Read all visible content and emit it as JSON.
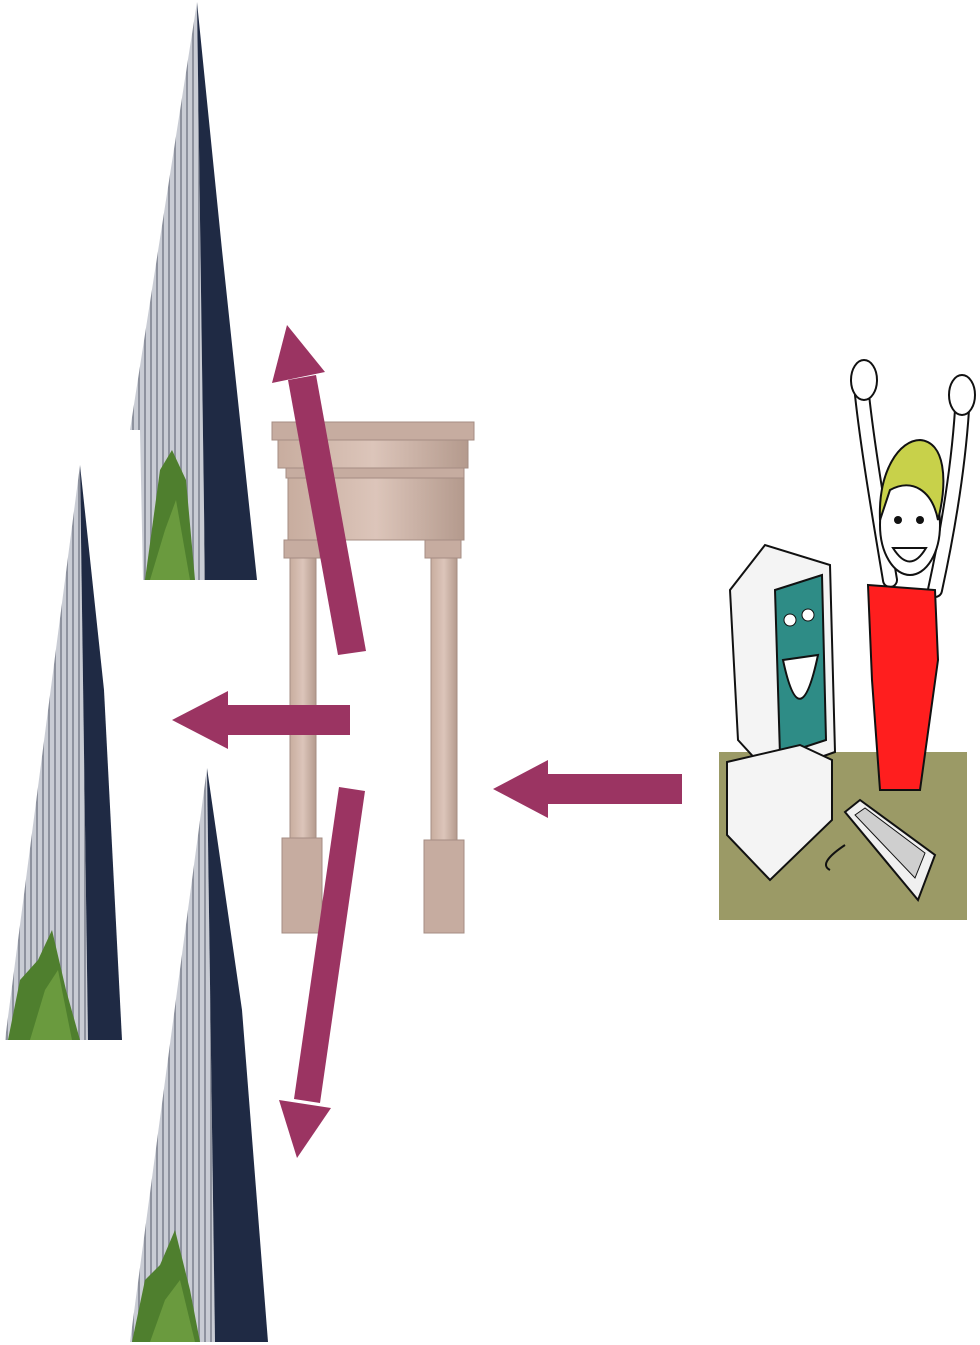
{
  "colors": {
    "arrow": "#9b3462",
    "building_light": "#c9ccd4",
    "building_stripe": "#8e929e",
    "building_dark": "#1f2a44",
    "tree": "#4f7f2e",
    "stone": "#d2b9ae",
    "stone_dark": "#a58d83",
    "desk": "#9b9a66",
    "shirt": "#ff1e1e",
    "hair": "#c8d14a",
    "skin": "#ffffff",
    "screen": "#2e8c86",
    "computer": "#f4f4f4",
    "outline": "#111111"
  },
  "icons": {
    "building": "skyscraper-icon",
    "gateway": "stone-gateway-icon",
    "user": "cheering-user-at-computer-icon",
    "arrow": "arrow-icon"
  },
  "arrows": [
    {
      "name": "arrow-user-to-gateway",
      "direction": "left"
    },
    {
      "name": "arrow-gateway-to-top-building",
      "direction": "up"
    },
    {
      "name": "arrow-gateway-to-left-building",
      "direction": "left"
    },
    {
      "name": "arrow-gateway-to-bottom-building",
      "direction": "down"
    }
  ]
}
